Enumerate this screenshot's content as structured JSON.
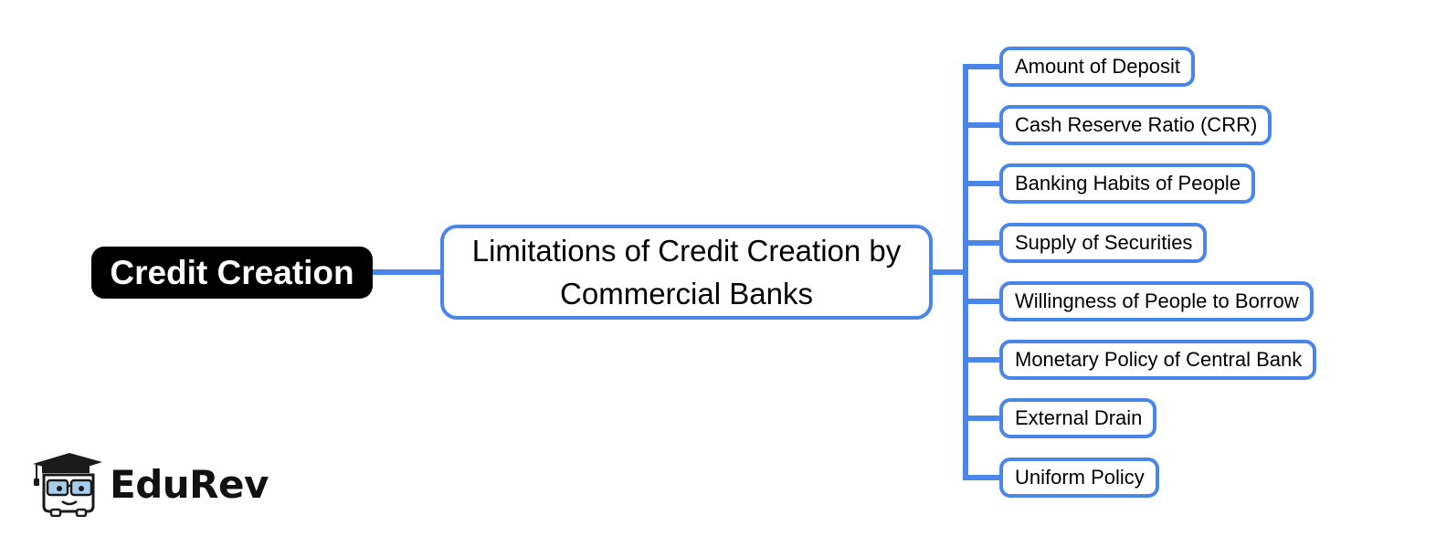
{
  "root": {
    "label": "Credit Creation"
  },
  "center": {
    "line1": "Limitations of Credit Creation by",
    "line2": "Commercial Banks"
  },
  "branches": [
    {
      "label": "Amount of Deposit"
    },
    {
      "label": "Cash Reserve Ratio (CRR)"
    },
    {
      "label": "Banking Habits of People"
    },
    {
      "label": "Supply of Securities"
    },
    {
      "label": "Willingness of People to Borrow"
    },
    {
      "label": "Monetary Policy of Central Bank"
    },
    {
      "label": "External Drain"
    },
    {
      "label": "Uniform Policy"
    }
  ],
  "brand": {
    "name": "EduRev",
    "icon": "graduate-mascot-icon"
  },
  "colors": {
    "connector": "#4a86e8",
    "root_fill": "#000000"
  }
}
